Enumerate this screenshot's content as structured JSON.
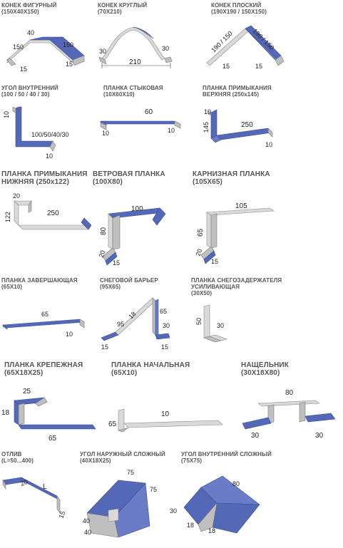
{
  "items": {
    "konek_fig": {
      "title": "КОНЕК ФИГУРНЫЙ",
      "sub": "(150Х40Х150)",
      "d1": "40",
      "d2": "150",
      "d3": "150",
      "d4": "15",
      "d5": "15"
    },
    "konek_krug": {
      "title": "КОНЕК КРУГЛЫЙ",
      "sub": "(70Х210)",
      "d1": "30",
      "d2": "30",
      "d3": "210"
    },
    "konek_plosk": {
      "title": "КОНЕК ПЛОСКИЙ",
      "sub": "(190Х190 / 150Х150)",
      "d1": "190 / 150",
      "d2": "190 / 150",
      "d3": "15",
      "d4": "15"
    },
    "ugol_vnutr": {
      "title": "УГОЛ ВНУТРЕННИЙ",
      "sub": "(100 / 50 / 40 / 30)",
      "d1": "10",
      "d2": "100/50/40/30",
      "d3": "10"
    },
    "planka_styk": {
      "title": "ПЛАНКА СТЫКОВАЯ",
      "sub": "(10Х60Х10)",
      "d1": "60",
      "d2": "10",
      "d3": "10"
    },
    "planka_prim_verh": {
      "title": "ПЛАНКА ПРИМЫКАНИЯ",
      "title2": "ВЕРХНЯЯ (250х145)",
      "d1": "10",
      "d2": "145",
      "d3": "250",
      "d4": "10"
    },
    "planka_prim_niz": {
      "title": "ПЛАНКА ПРИМЫКАНИЯ",
      "title2": "НИЖНЯЯ (250х122)",
      "d1": "20",
      "d2": "122",
      "d3": "250"
    },
    "vetrovaya": {
      "title": "ВЕТРОВАЯ ПЛАНКА",
      "sub": "(100Х80)",
      "d1": "100",
      "d2": "80",
      "d3": "20",
      "d4": "15"
    },
    "karniznaya": {
      "title": "КАРНИЗНАЯ ПЛАНКА",
      "sub": "(105Х65)",
      "d1": "105",
      "d2": "65",
      "d3": "20",
      "d4": "15"
    },
    "zavershayuschaya": {
      "title": "ПЛАНКА ЗАВЕРШАЮЩАЯ",
      "sub": "(65Х10)",
      "d1": "65",
      "d2": "10"
    },
    "snegovoy": {
      "title": "СНЕГОВОЙ БАРЬЕР",
      "sub": "(95Х65)",
      "d1": "95",
      "d2": "65",
      "d3": "18",
      "d4": "30",
      "d5": "15",
      "d6": "15"
    },
    "snegozader": {
      "title": "ПЛАНКА СНЕГОЗАДЕРЖАТЕЛЯ",
      "title2": "УСИЛИВАЮЩАЯ",
      "sub": "(30Х50)",
      "d1": "50",
      "d2": "30"
    },
    "krepezhnaya": {
      "title": "ПЛАНКА КРЕПЕЖНАЯ",
      "sub": "(65Х18Х25)",
      "d1": "25",
      "d2": "18",
      "d3": "65"
    },
    "nachalnaya": {
      "title": "ПЛАНКА НАЧАЛЬНАЯ",
      "sub": "(65Х10)",
      "d1": "65",
      "d2": "10"
    },
    "naschelnik": {
      "title": "НАЩЕЛЬНИК",
      "sub": "(30Х18Х80)",
      "d1": "80",
      "d2": "30",
      "d3": "30"
    },
    "otliv": {
      "title": "ОТЛИВ",
      "sub": "(L=50...400)",
      "d1": "20",
      "d2": "L",
      "d3": "15"
    },
    "ugol_naruzh_slozh": {
      "title": "УГОЛ НАРУЖНЫЙ СЛОЖНЫЙ",
      "sub": "(40Х18Х25)",
      "d1": "75",
      "d2": "75",
      "d3": "40",
      "d4": "40"
    },
    "ugol_vnutr_slozh": {
      "title": "УГОЛ ВНУТРЕННИЙ СЛОЖНЫЙ",
      "sub": "(75Х75)",
      "d1": "80",
      "d2": "30",
      "d3": "18",
      "d4": "18"
    }
  }
}
